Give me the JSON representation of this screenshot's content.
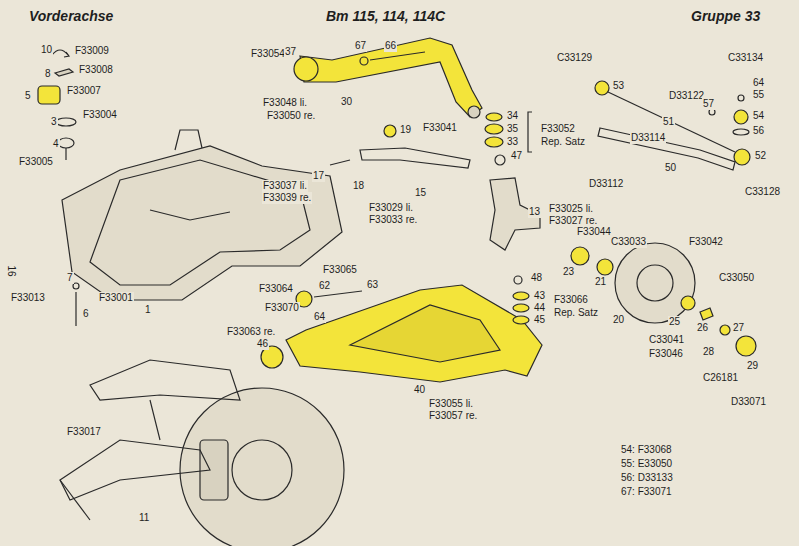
{
  "diagram": {
    "title": "Vorderachse",
    "labels": [
      "Bm 115, 114, 114C",
      "Gruppe 33",
      "F33009",
      "10",
      "8",
      "F33008",
      "5",
      "F33007",
      "3",
      "F33004",
      "4",
      "F33005",
      "F33054",
      "37",
      "67",
      "66",
      "F33048 li.",
      "30",
      "F33050 re.",
      "19",
      "F33041",
      "34",
      "35",
      "33",
      "F33052",
      "Rep. Satz",
      "C33129",
      "53",
      "C33134",
      "D33122",
      "57",
      "64",
      "55",
      "54",
      "56",
      "51",
      "D33114",
      "52",
      "D33112",
      "50",
      "C33128",
      "17",
      "18",
      "F33037 li.",
      "F33039 re.",
      "15",
      "F33029 li.",
      "F33033 re.",
      "47",
      "13",
      "F33025 li.",
      "F33027 re.",
      "F33044",
      "C33033",
      "F33042",
      "23",
      "21",
      "20",
      "C33050",
      "25",
      "26",
      "28",
      "27",
      "29",
      "C33041",
      "F33046",
      "C26181",
      "D33071",
      "7",
      "6",
      "F33013",
      "F33001",
      "1",
      "F33065",
      "F33064",
      "62",
      "63",
      "F33070",
      "64",
      "F33063 re.",
      "46",
      "48",
      "43",
      "44",
      "45",
      "F33066",
      "Rep. Satz",
      "40",
      "F33055 li.",
      "F33057 re.",
      "F33017",
      "11",
      "54: F33068",
      "55: E33050",
      "56: D33133",
      "67: F33071",
      "16"
    ]
  }
}
